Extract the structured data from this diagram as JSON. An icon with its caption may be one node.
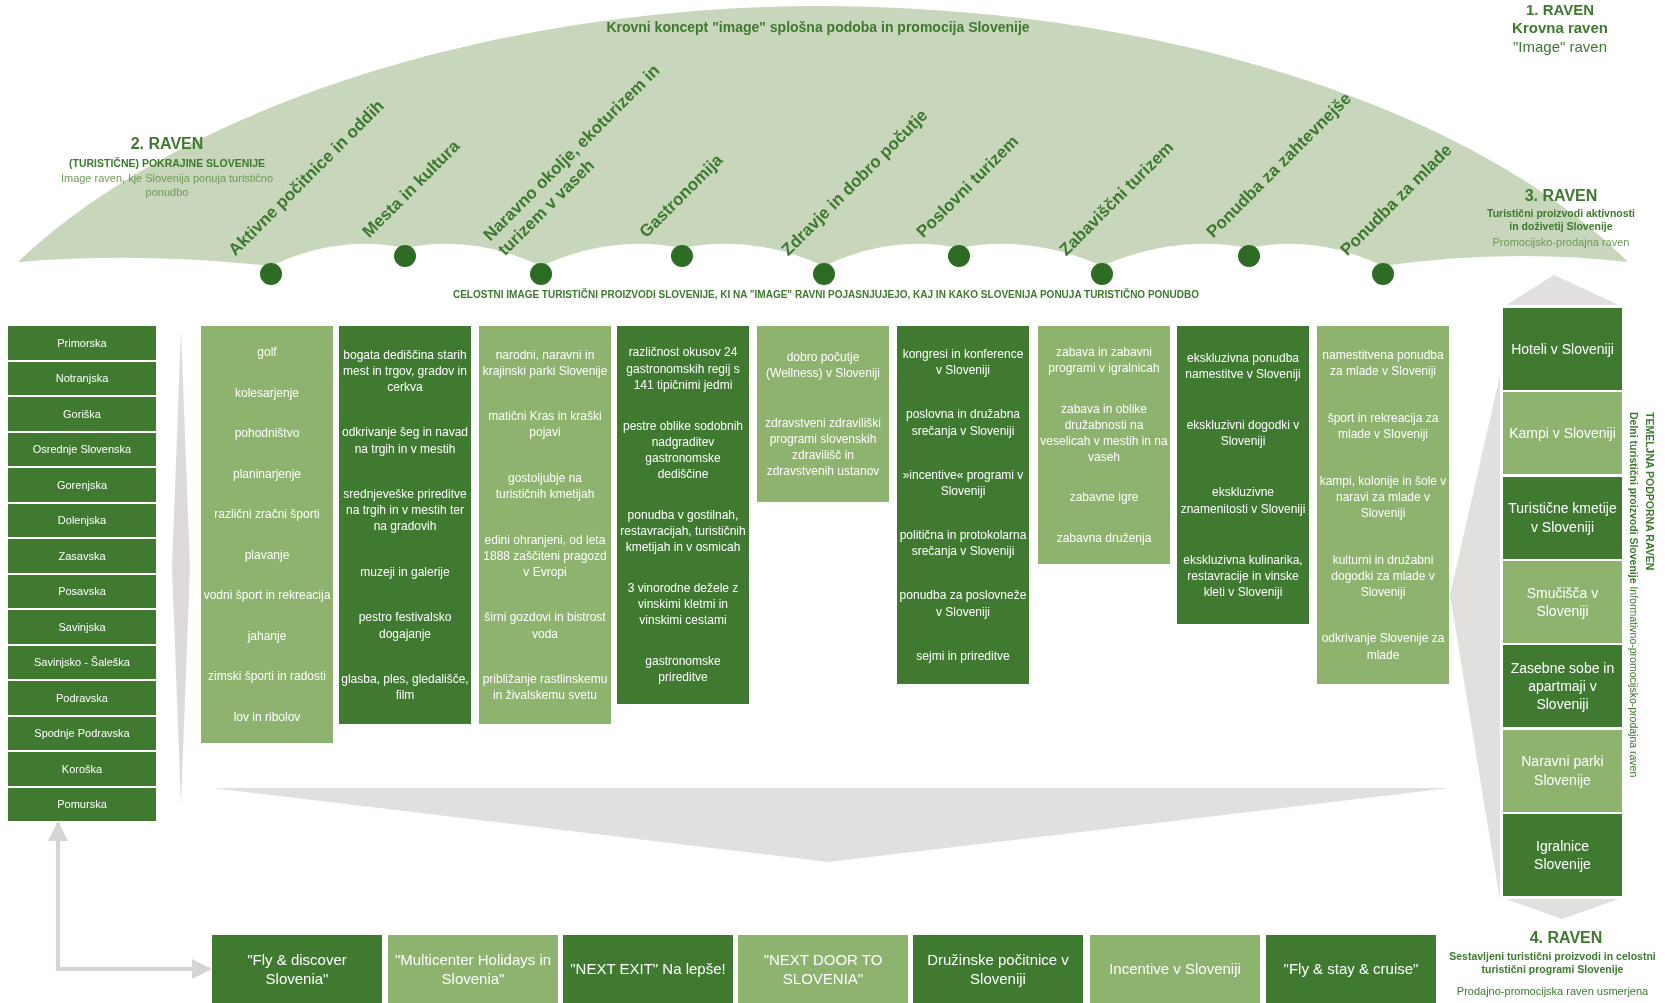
{
  "diagram": {
    "nodes": [
      {
        "text": [
          "Krovni koncept \"image\" splošna podoba in promocija Slovenije"
        ]
      },
      {
        "text": [
          "Aktivne počitnice in oddih"
        ],
        "in": 0
      },
      {
        "text": [
          "Mesta in kultura"
        ],
        "in": 0
      },
      {
        "text": [
          "Naravno okolje, ekoturizem in turizem v vaseh"
        ],
        "in": 0
      },
      {
        "text": [
          "Gastronomija"
        ],
        "in": 0
      },
      {
        "text": [
          "Zdravje in dobro počutje"
        ],
        "in": 0
      },
      {
        "text": [
          "Poslovni turizem"
        ],
        "in": 0
      },
      {
        "text": [
          "Zabaviščni turizem"
        ],
        "in": 0
      },
      {
        "text": [
          "Ponudba za zahtevnejše"
        ],
        "in": 0
      },
      {
        "text": [
          "Ponudba za mlade"
        ],
        "in": 0
      },
      {
        "text": [
          "Primorska"
        ]
      },
      {
        "text": [
          "Notranjska"
        ]
      },
      {
        "text": [
          "Goriška"
        ]
      },
      {
        "text": [
          "Osrednje Slovenska"
        ]
      },
      {
        "text": [
          "Gorenjska"
        ]
      },
      {
        "text": [
          "Dolenjska"
        ]
      },
      {
        "text": [
          "Zasavska"
        ]
      },
      {
        "text": [
          "Posavska"
        ]
      },
      {
        "text": [
          "Savinjska"
        ]
      },
      {
        "text": [
          "Savinjsko - Šaleška"
        ]
      },
      {
        "text": [
          "Podravska"
        ]
      },
      {
        "text": [
          "Spodnje Podravska"
        ]
      },
      {
        "text": [
          "Koroška"
        ]
      },
      {
        "text": [
          "Pomurska"
        ]
      },
      {
        "text": [
          "golf",
          "kolesarjenje",
          "pohodništvo",
          "planinarjenje",
          "različni zračni športi",
          "plavanje",
          "vodni šport in rekreacija",
          "jahanje",
          "zimski športi in radosti",
          "lov in ribolov"
        ]
      },
      {
        "text": [
          "bogata dediščina starih mest in trgov, gradov in cerkva",
          "odkrivanje šeg in navad na trgih in v mestih",
          "srednjeveške prireditve na trgih in v mestih ter na gradovih",
          "muzeji in galerije",
          "pestro festivalsko dogajanje",
          "glasba, ples, gledališče, film"
        ]
      },
      {
        "text": [
          "narodni, naravni in krajinski parki Slovenije",
          "matični Kras in kraški pojavi",
          "gostoljubje na turističnih kmetijah",
          "edini ohranjeni, od leta 1888 zaščiteni pragozd v Evropi",
          "širni gozdovi in bistrost voda",
          "približanje rastlinskemu in živalskemu svetu"
        ]
      },
      {
        "text": [
          "različnost okusov 24 gastronomskih regij s 141 tipičnimi jedmi",
          "pestre oblike sodobnih nadgraditev gastronomske dediščine",
          "ponudba v gostilnah, restavracijah, turističnih kmetijah in v osmicah",
          "3 vinorodne dežele z vinskimi kletmi in vinskimi cestami",
          "gastronomske prireditve"
        ]
      },
      {
        "text": [
          "dobro počutje (Wellness) v Sloveniji",
          "zdravstveni zdraviliški programi slovenskih zdravilišč in zdravstvenih ustanov"
        ]
      },
      {
        "text": [
          "kongresi in konference v Sloveniji",
          "poslovna in družabna srečanja v Sloveniji",
          "»incentive« programi v Sloveniji",
          "politična in protokolarna srečanja v Sloveniji",
          "ponudba za poslovneže v Sloveniji",
          "sejmi in prireditve"
        ]
      },
      {
        "text": [
          "zabava in zabavni programi v igralnicah",
          "zabava in oblike družabnosti na veselicah v mestih in na vaseh",
          "zabavne igre",
          "zabavna druženja"
        ]
      },
      {
        "text": [
          "ekskluzivna ponudba namestitve v Sloveniji",
          "ekskluzivni dogodki v Sloveniji",
          "ekskluzivne znamenitosti v Sloveniji",
          "ekskluzivna kulinarika, restavracije in vinske kleti v Sloveniji"
        ]
      },
      {
        "text": [
          "namestitvena ponudba za mlade v Sloveniji",
          "šport in rekreacija za mlade v Sloveniji",
          "kampi, kolonije in šole v naravi za mlade v Sloveniji",
          "kulturni in družabni dogodki za mlade v Sloveniji",
          "odkrivanje Slovenije za mlade"
        ]
      },
      {
        "text": [
          "Hoteli v Sloveniji"
        ]
      },
      {
        "text": [
          "Kampi v Sloveniji"
        ]
      },
      {
        "text": [
          "Turistične kmetije v Sloveniji"
        ]
      },
      {
        "text": [
          "Smučišča v Sloveniji"
        ]
      },
      {
        "text": [
          "Zasebne sobe in apartmaji v Sloveniji"
        ]
      },
      {
        "text": [
          "Naravni parki Slovenije"
        ]
      },
      {
        "text": [
          "Igralnice Slovenije"
        ]
      },
      {
        "text": [
          "\"Fly & discover Slovenia\""
        ]
      },
      {
        "text": [
          "\"Multicenter Holidays in Slovenia\""
        ]
      },
      {
        "text": [
          "\"NEXT EXIT\" Na lepše!"
        ]
      },
      {
        "text": [
          "\"NEXT DOOR TO SLOVENIA\""
        ]
      },
      {
        "text": [
          "Družinske počitnice v Sloveniji"
        ]
      },
      {
        "text": [
          "Incentive v Sloveniji"
        ]
      },
      {
        "text": [
          "\"Fly & stay & cruise\""
        ]
      },
      {
        "text": [],
        "shape": "diamond"
      },
      {
        "text": [],
        "shape": "triangle"
      },
      {
        "text": [],
        "shape": "triangle"
      },
      {
        "text": [],
        "shape": "triangle"
      },
      {
        "text": [],
        "shape": "triangle"
      }
    ],
    "edges": [
      {
        "from": 23,
        "to": 40,
        "arrow": "both"
      }
    ],
    "labels": [
      "1. RAVEN",
      "Krovna raven",
      "\"Image\" raven",
      "2. RAVEN",
      "(TURISTIČNE) POKRAJINE SLOVENIJE",
      "Image raven, kje Slovenija ponuja turistično ponudbo",
      "3. RAVEN",
      "Turistični proizvodi aktivnosti in doživetij Slovenije",
      "Promocijsko-prodajna raven",
      "CELOSTNI IMAGE TURISTIČNI PROIZVODI SLOVENIJE, KI NA \"IMAGE\" RAVNI POJASNJUJEJO, KAJ IN KAKO SLOVENIJA PONUJA TURISTIČNO PONUDBO",
      "**Delni turistični proizvodi Slovenije** Informativno-promocijsko-prodajna raven",
      "TEMELJNA PODPORNA RAVEN",
      "4. RAVEN",
      "Sestavljeni turistični proizvodi in celostni turistični programi Slovenije",
      "Prodajno-promocijska raven usmerjena"
    ]
  }
}
